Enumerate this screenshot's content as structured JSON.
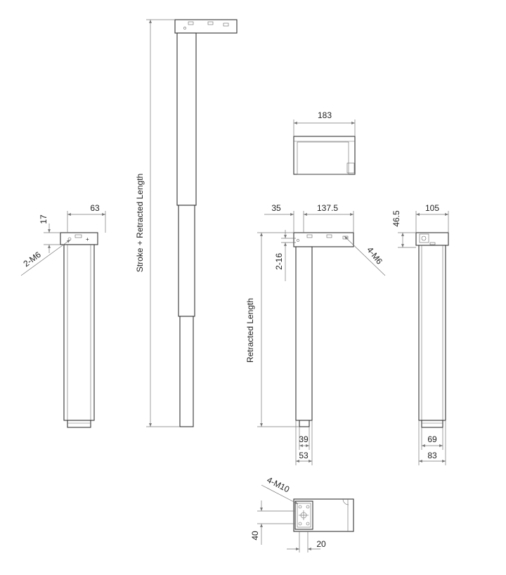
{
  "views": {
    "left": {
      "width_label": "63",
      "height_label": "17",
      "holes_label": "2-M6"
    },
    "center": {
      "length_label": "Stroke + Retracted Length"
    },
    "top_box": {
      "width_label": "183"
    },
    "front": {
      "offset_label": "35",
      "width_label": "137.5",
      "slot_label": "2-16",
      "holes_label": "4-M6",
      "length_label": "Retracted Length",
      "inner_label": "39",
      "outer_label": "53"
    },
    "right": {
      "width_label": "105",
      "height_label": "46.5",
      "inner_label": "69",
      "outer_label": "83"
    },
    "bottom": {
      "holes_label": "4-M10",
      "height_label": "40",
      "width_label": "20"
    }
  }
}
